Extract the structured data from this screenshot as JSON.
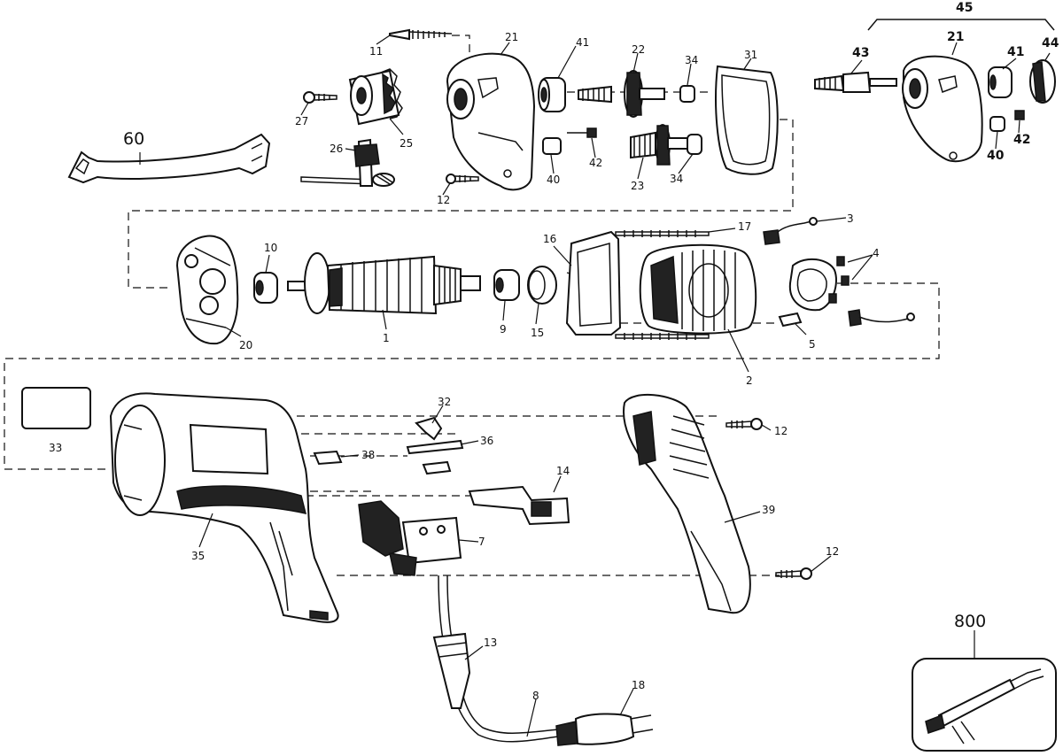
{
  "callouts": {
    "c3": "3",
    "c4": "4",
    "c5": "5",
    "c1": "1",
    "c2": "2",
    "c7": "7",
    "c8": "8",
    "c9": "9",
    "c10": "10",
    "c11": "11",
    "c12a": "12",
    "c12b": "12",
    "c12c": "12",
    "c13": "13",
    "c14": "14",
    "c15": "15",
    "c16": "16",
    "c17": "17",
    "c18": "18",
    "c20": "20",
    "c21a": "21",
    "c21b": "21",
    "c22": "22",
    "c23": "23",
    "c25": "25",
    "c26": "26",
    "c27": "27",
    "c31": "31",
    "c32": "32",
    "c33": "33",
    "c34a": "34",
    "c34b": "34",
    "c35": "35",
    "c36": "36",
    "c38": "38",
    "c39": "39",
    "c40a": "40",
    "c40b": "40",
    "c41a": "41",
    "c41b": "41",
    "c42a": "42",
    "c42b": "42",
    "c43": "43",
    "c44": "44",
    "c45": "45",
    "c60": "60",
    "c800": "800"
  }
}
